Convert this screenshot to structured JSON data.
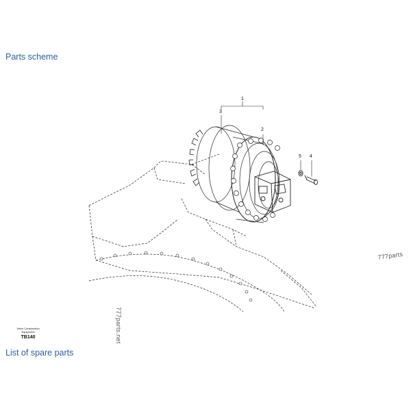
{
  "links": {
    "parts_scheme": "Parts scheme",
    "spare_parts": "List of spare parts"
  },
  "drawing": {
    "callouts": [
      "1",
      "2",
      "3",
      "4",
      "5"
    ],
    "watermark_right": "777parts",
    "watermark_vertical": "777parts.net",
    "title_block": {
      "brand_line1": "Volvo Construction",
      "brand_line2": "Equipment",
      "code": "TB140"
    }
  },
  "colors": {
    "link": "#2f5d9e",
    "line": "#222222"
  }
}
